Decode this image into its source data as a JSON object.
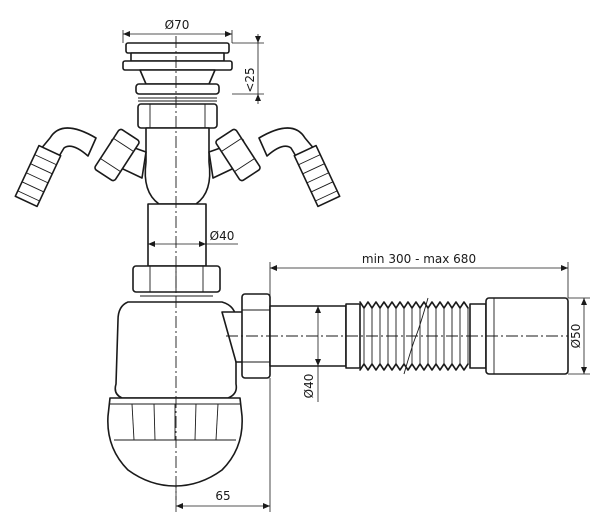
{
  "dimensions": {
    "top_diameter": "Ø70",
    "height_limit": "<25",
    "upper_pipe_diameter": "Ø40",
    "length_range": "min 300 - max 680",
    "outlet_diameter": "Ø50",
    "side_pipe_diameter": "Ø40",
    "offset": "65"
  }
}
